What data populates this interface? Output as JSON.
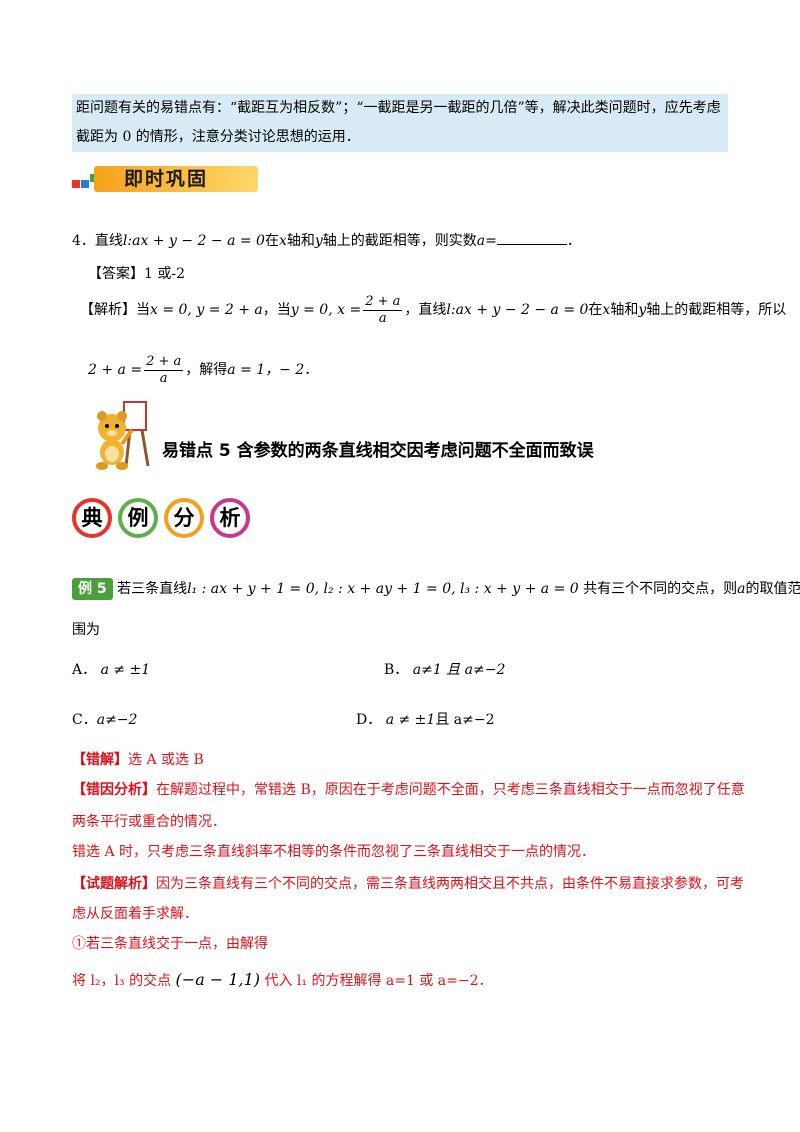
{
  "tip": {
    "line1": "距问题有关的易错点有：“截距互为相反数”；“一截距是另一截距的几倍”等，解决此类问题时，应先考虑",
    "line2": "截距为 0 的情形，注意分类讨论思想的运用．"
  },
  "banner": {
    "title": "即时巩固"
  },
  "q4": {
    "number": "4．",
    "text_a": "直线",
    "eq": "l:ax + y − 2 − a = 0",
    "text_b": "在",
    "x": "x",
    "text_c": "轴和",
    "y": "y",
    "text_d": "轴上的截距相等，则实数",
    "a": "a",
    "text_e": "=",
    "end": "．"
  },
  "answer": {
    "label": "【答案】",
    "value": "1 或-2"
  },
  "analysis": {
    "label": "【解析】",
    "when1": "当",
    "cond1": "x = 0, y = 2 + a",
    "when2": "，当",
    "cond2": "y = 0, x =",
    "frac_num": "2 + a",
    "frac_den": "a",
    "mid": "，直线",
    "eq": "l:ax + y − 2 − a = 0",
    "in": "在",
    "x": "x",
    "axis_and": "轴和",
    "y": "y",
    "tail": "轴上的截距相等，所以",
    "lhs": "2 + a =",
    "frac2_num": "2 + a",
    "frac2_den": "a",
    "solve": "，解得",
    "result": "a = 1，− 2",
    "end": "．"
  },
  "section5": {
    "title": "易错点 5  含参数的两条直线相交因考虑问题不全面而致误"
  },
  "dianli": {
    "chars": [
      "典",
      "例",
      "分",
      "析"
    ]
  },
  "example5": {
    "badge": "例 5",
    "intro": "若三条直线",
    "eqs": "l₁ : ax + y + 1 = 0, l₂ : x + ay + 1 = 0, l₃ : x + y + a = 0",
    "tail": "共有三个不同的交点，则",
    "a": "a",
    "tail2": "的取值范",
    "line2": "围为"
  },
  "options": {
    "A_label": "A．",
    "A_val": "a ≠ ±1",
    "B_label": "B．",
    "B_val": "a≠1 且 a≠−2",
    "C_label": "C．",
    "C_val": "a≠−2",
    "D_label": "D．",
    "D_val1": "a ≠ ±1",
    "D_val2": "且 a≠−2"
  },
  "wrong": {
    "label": "【错解】",
    "text": "选 A 或选 B"
  },
  "cause": {
    "label": "【错因分析】",
    "line1": "在解题过程中，常错选 B，原因在于考虑问题不全面，只考虑三条直线相交于一点而忽视了任意",
    "line2": "两条平行或重合的情况．",
    "line3": "错选 A 时，只考虑三条直线斜率不相等的条件而忽视了三条直线相交于一点的情况．"
  },
  "solution": {
    "label": "【试题解析】",
    "line1": "因为三条直线有三个不同的交点，需三条直线两两相交且不共点，由条件不易直接求参数，可考",
    "line2": "虑从反面着手求解．",
    "line3": "①若三条直线交于一点，由解得",
    "line4a": "将 l₂，l₃ 的交点",
    "point": "(−a − 1,1)",
    "line4b": "代入 l₁ 的方程解得 a=1 或 a=−2．"
  }
}
